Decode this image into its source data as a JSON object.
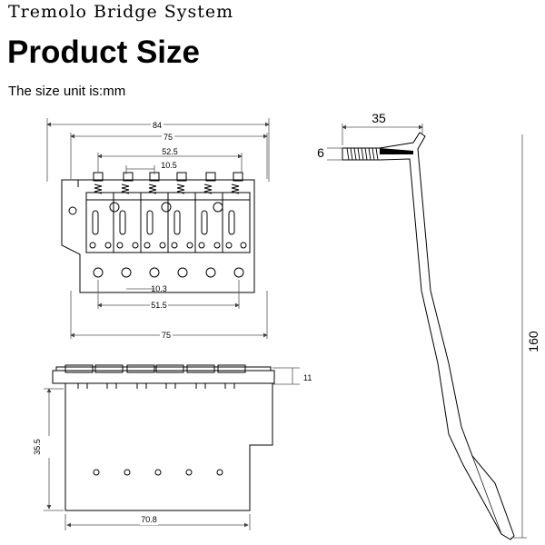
{
  "header": {
    "system_title": "Tremolo Bridge System",
    "product_title": "Product Size",
    "unit_note": "The size unit is:mm"
  },
  "dimensions": {
    "plate_total_width": "84",
    "saddle_span_top": "75",
    "saddle_screw_span": "52.5",
    "saddle_screw_spacing": "10.5",
    "hole_spacing": "10.3",
    "hole_span": "51.5",
    "plate_width_bottom": "75",
    "base_height": "11",
    "block_height": "35.5",
    "block_width": "70.8",
    "arm_thread_length": "35",
    "arm_thread_diameter": "6",
    "arm_length": "160"
  },
  "colors": {
    "line": "#000000",
    "dim_line": "#555555",
    "background": "#ffffff"
  }
}
